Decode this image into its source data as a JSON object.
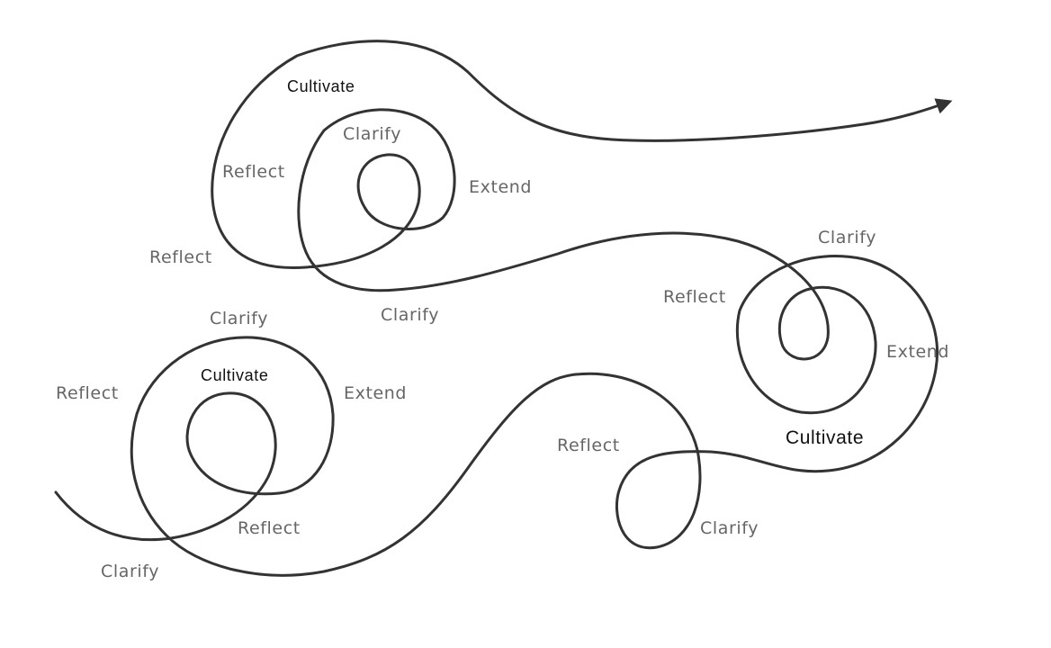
{
  "diagram": {
    "description": "Continuous looping spiral path with process labels, ending in an arrow",
    "stroke_color": "#333333",
    "label_color": "#666666",
    "emphasis_label_color": "#111111",
    "labels": {
      "top_cultivate": "Cultivate",
      "top_clarify": "Clarify",
      "top_reflect_inner": "Reflect",
      "top_extend": "Extend",
      "top_reflect_outer": "Reflect",
      "mid_clarify": "Clarify",
      "right_clarify": "Clarify",
      "right_reflect": "Reflect",
      "right_extend": "Extend",
      "right_cultivate": "Cultivate",
      "left_clarify_top": "Clarify",
      "left_cultivate": "Cultivate",
      "left_reflect": "Reflect",
      "left_extend": "Extend",
      "left_reflect_inner": "Reflect",
      "left_clarify_bottom": "Clarify",
      "bottom_reflect": "Reflect",
      "bottom_clarify": "Clarify"
    },
    "end_marker": "arrow-head-icon"
  }
}
